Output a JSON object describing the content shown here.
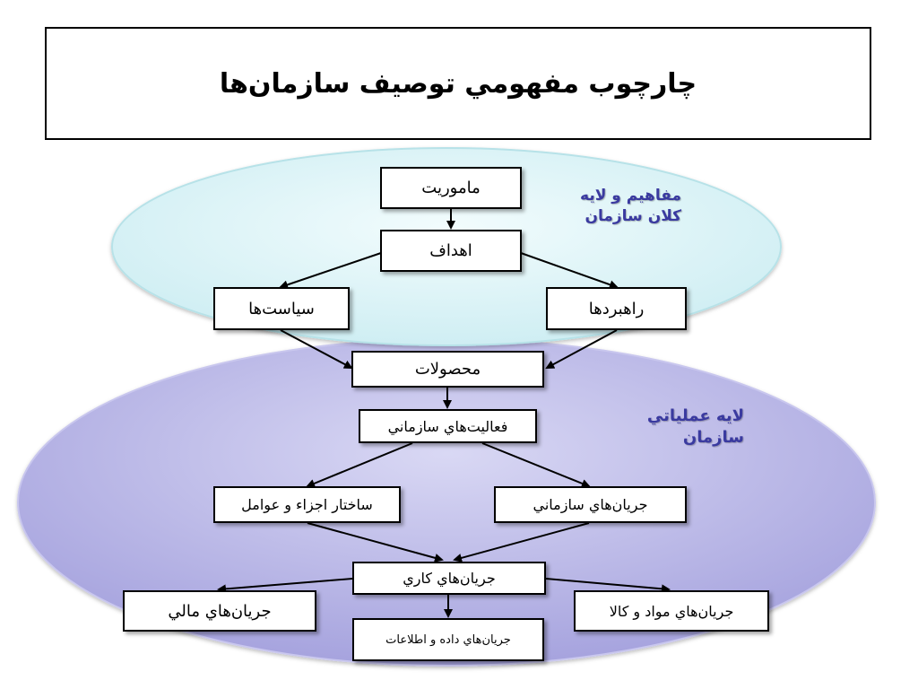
{
  "title": "چارچوب مفهومي توصيف سازمان‌ها",
  "layers": {
    "macro": {
      "label_line1": "مفاهيم و لايه",
      "label_line2": "كلان سازمان",
      "fill_color": "#dff6f8",
      "text_color": "#3a3aa0"
    },
    "operational": {
      "label_line1": "لايه عملياتي",
      "label_line2": "سازمان",
      "fill_color": "#b9b7e6",
      "text_color": "#3a3aa0"
    }
  },
  "nodes": {
    "mission": "ماموريت",
    "goals": "اهداف",
    "strategies": "راهبردها",
    "policies": "سياست‌ها",
    "products": "محصولات",
    "org_activities": "فعاليت‌هاي سازماني",
    "org_flows": "جريان‌هاي سازماني",
    "structure": "ساختار اجزاء و عوامل",
    "work_flows": "جريان‌هاي كاري",
    "financial_flows": "جريان‌هاي مالي",
    "material_flows": "جريان‌هاي مواد و كالا",
    "data_flows": "جريان‌هاي داده و اطلاعات"
  }
}
